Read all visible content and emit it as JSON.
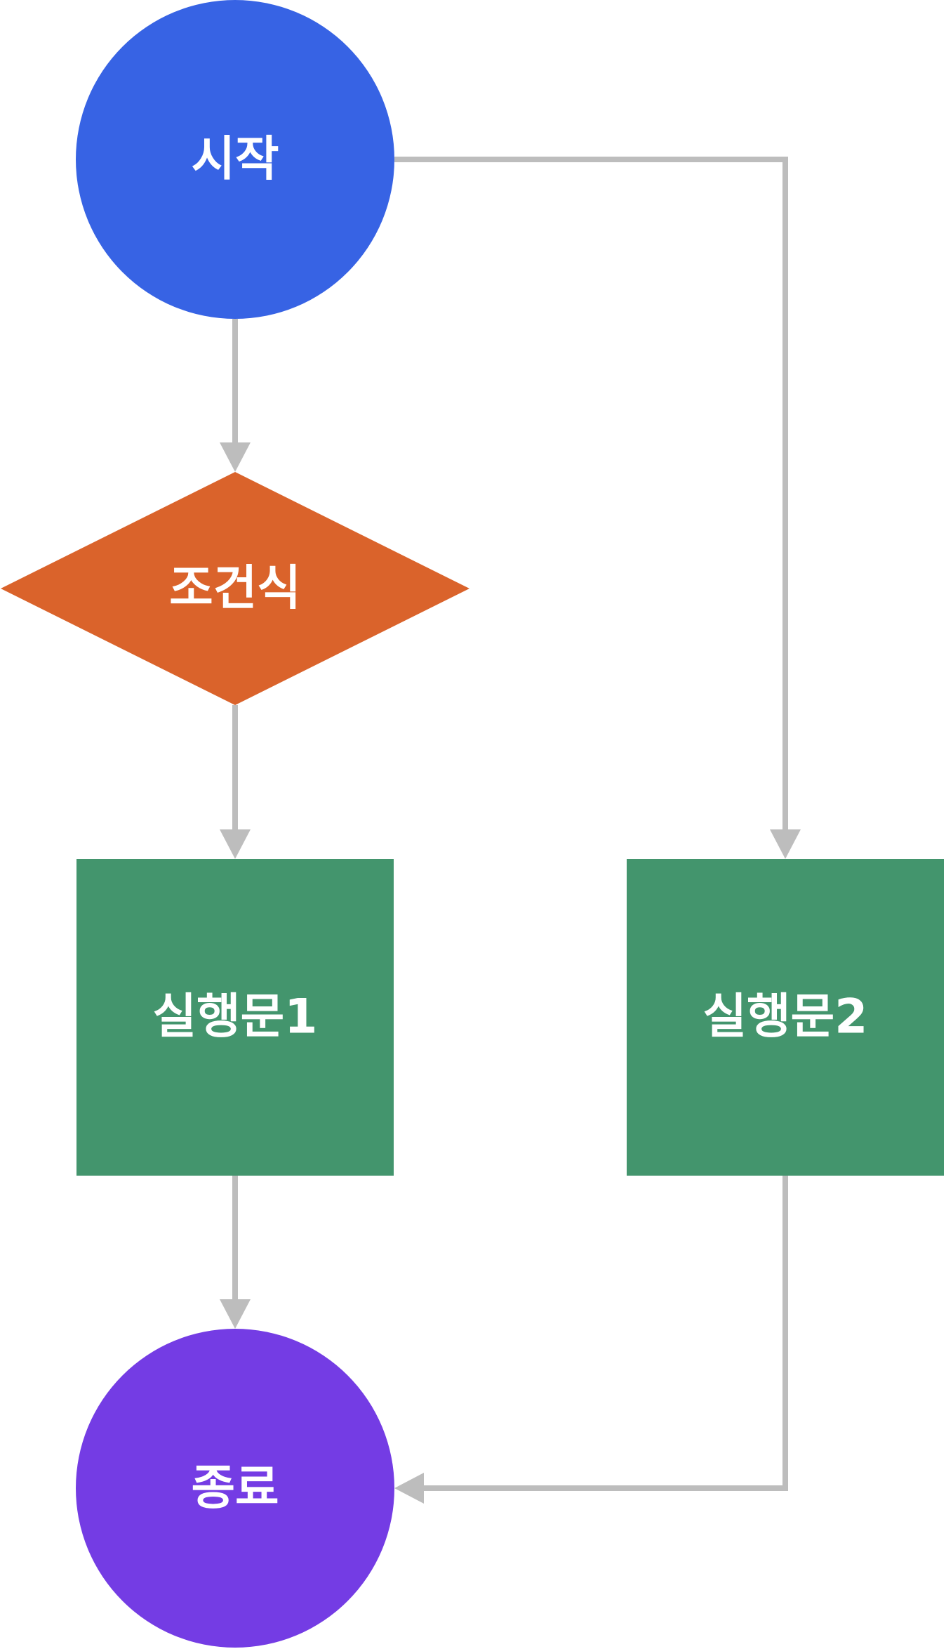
{
  "diagram": {
    "type": "flowchart",
    "nodes": {
      "start": {
        "label": "시작",
        "shape": "circle",
        "color": "#3763E4"
      },
      "condition": {
        "label": "조건식",
        "shape": "diamond",
        "color": "#DA632B"
      },
      "statement1": {
        "label": "실행문1",
        "shape": "rect",
        "color": "#43956D"
      },
      "statement2": {
        "label": "실행문2",
        "shape": "rect",
        "color": "#43956D"
      },
      "end": {
        "label": "종료",
        "shape": "circle",
        "color": "#743CE4"
      }
    },
    "edges": [
      {
        "from": "start",
        "to": "condition"
      },
      {
        "from": "start",
        "to": "statement2"
      },
      {
        "from": "condition",
        "to": "statement1"
      },
      {
        "from": "statement1",
        "to": "end"
      },
      {
        "from": "statement2",
        "to": "end"
      }
    ],
    "edge_color": "#BDBDBD"
  }
}
